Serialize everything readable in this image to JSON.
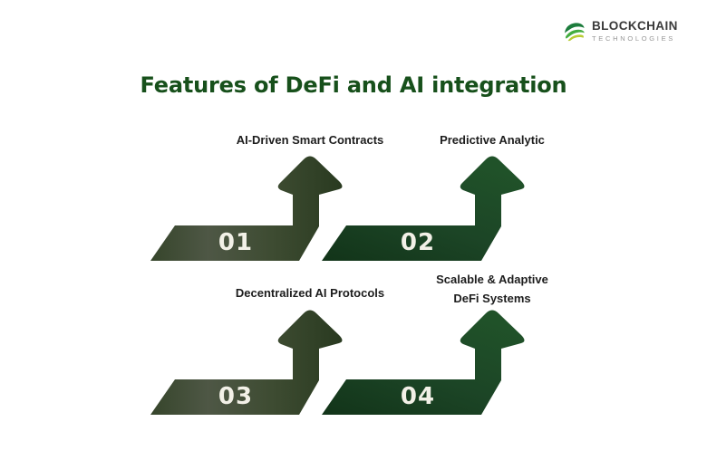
{
  "logo": {
    "name": "BLOCKCHAIN",
    "subtitle": "TECHNOLOGIES",
    "icon": "swirl-globe-icon",
    "icon_colors": {
      "dark_green": "#1c7c3c",
      "green": "#43ad3f",
      "yellow_green": "#b8cc33"
    }
  },
  "title": "Features of DeFi and AI integration",
  "colors": {
    "background": "#ffffff",
    "title_green": "#17501b",
    "label_text": "#1d1d1d",
    "number_text": "#f2f0e7",
    "arrow_gray_green_light": "#4e5745",
    "arrow_gray_green_dark": "#293a20",
    "arrow_forest_green": "#1c4526",
    "arrow_forest_green_dark": "#123419",
    "logo_name_text": "#3b3b3b",
    "logo_sub_text": "#969696"
  },
  "arrows": [
    {
      "number": "01",
      "label": "AI-Driven Smart Contracts"
    },
    {
      "number": "02",
      "label": "Predictive Analytic"
    },
    {
      "number": "03",
      "label": "Decentralized AI Protocols"
    },
    {
      "number": "04",
      "label": "Scalable & Adaptive DeFi Systems",
      "label_lines": [
        "Scalable & Adaptive",
        "DeFi Systems"
      ]
    }
  ]
}
